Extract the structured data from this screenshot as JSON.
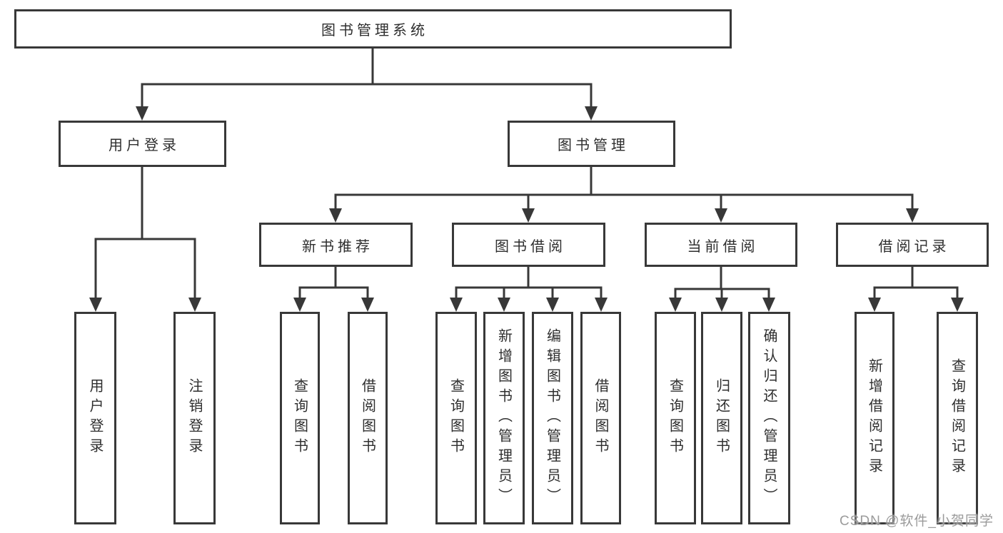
{
  "diagram": {
    "title": "图书管理系统",
    "level2": {
      "user_login": "用户登录",
      "book_mgmt": "图书管理"
    },
    "level3": {
      "new_books": "新书推荐",
      "book_borrow": "图书借阅",
      "current_borrow": "当前借阅",
      "borrow_records": "借阅记录"
    },
    "leaves": [
      "用户登录",
      "注销登录",
      "查询图书",
      "借阅图书",
      "查询图书",
      "新增图书（管理员）",
      "编辑图书（管理员）",
      "借阅图书",
      "查询图书",
      "归还图书",
      "确认归还（管理员）",
      "新增借阅记录",
      "查询借阅记录"
    ]
  },
  "watermark": "CSDN @软件_小贺同学",
  "colors": {
    "line": "#383838",
    "text": "#2e2e2e",
    "watermark": "#9b9b9b",
    "background": "#ffffff"
  }
}
